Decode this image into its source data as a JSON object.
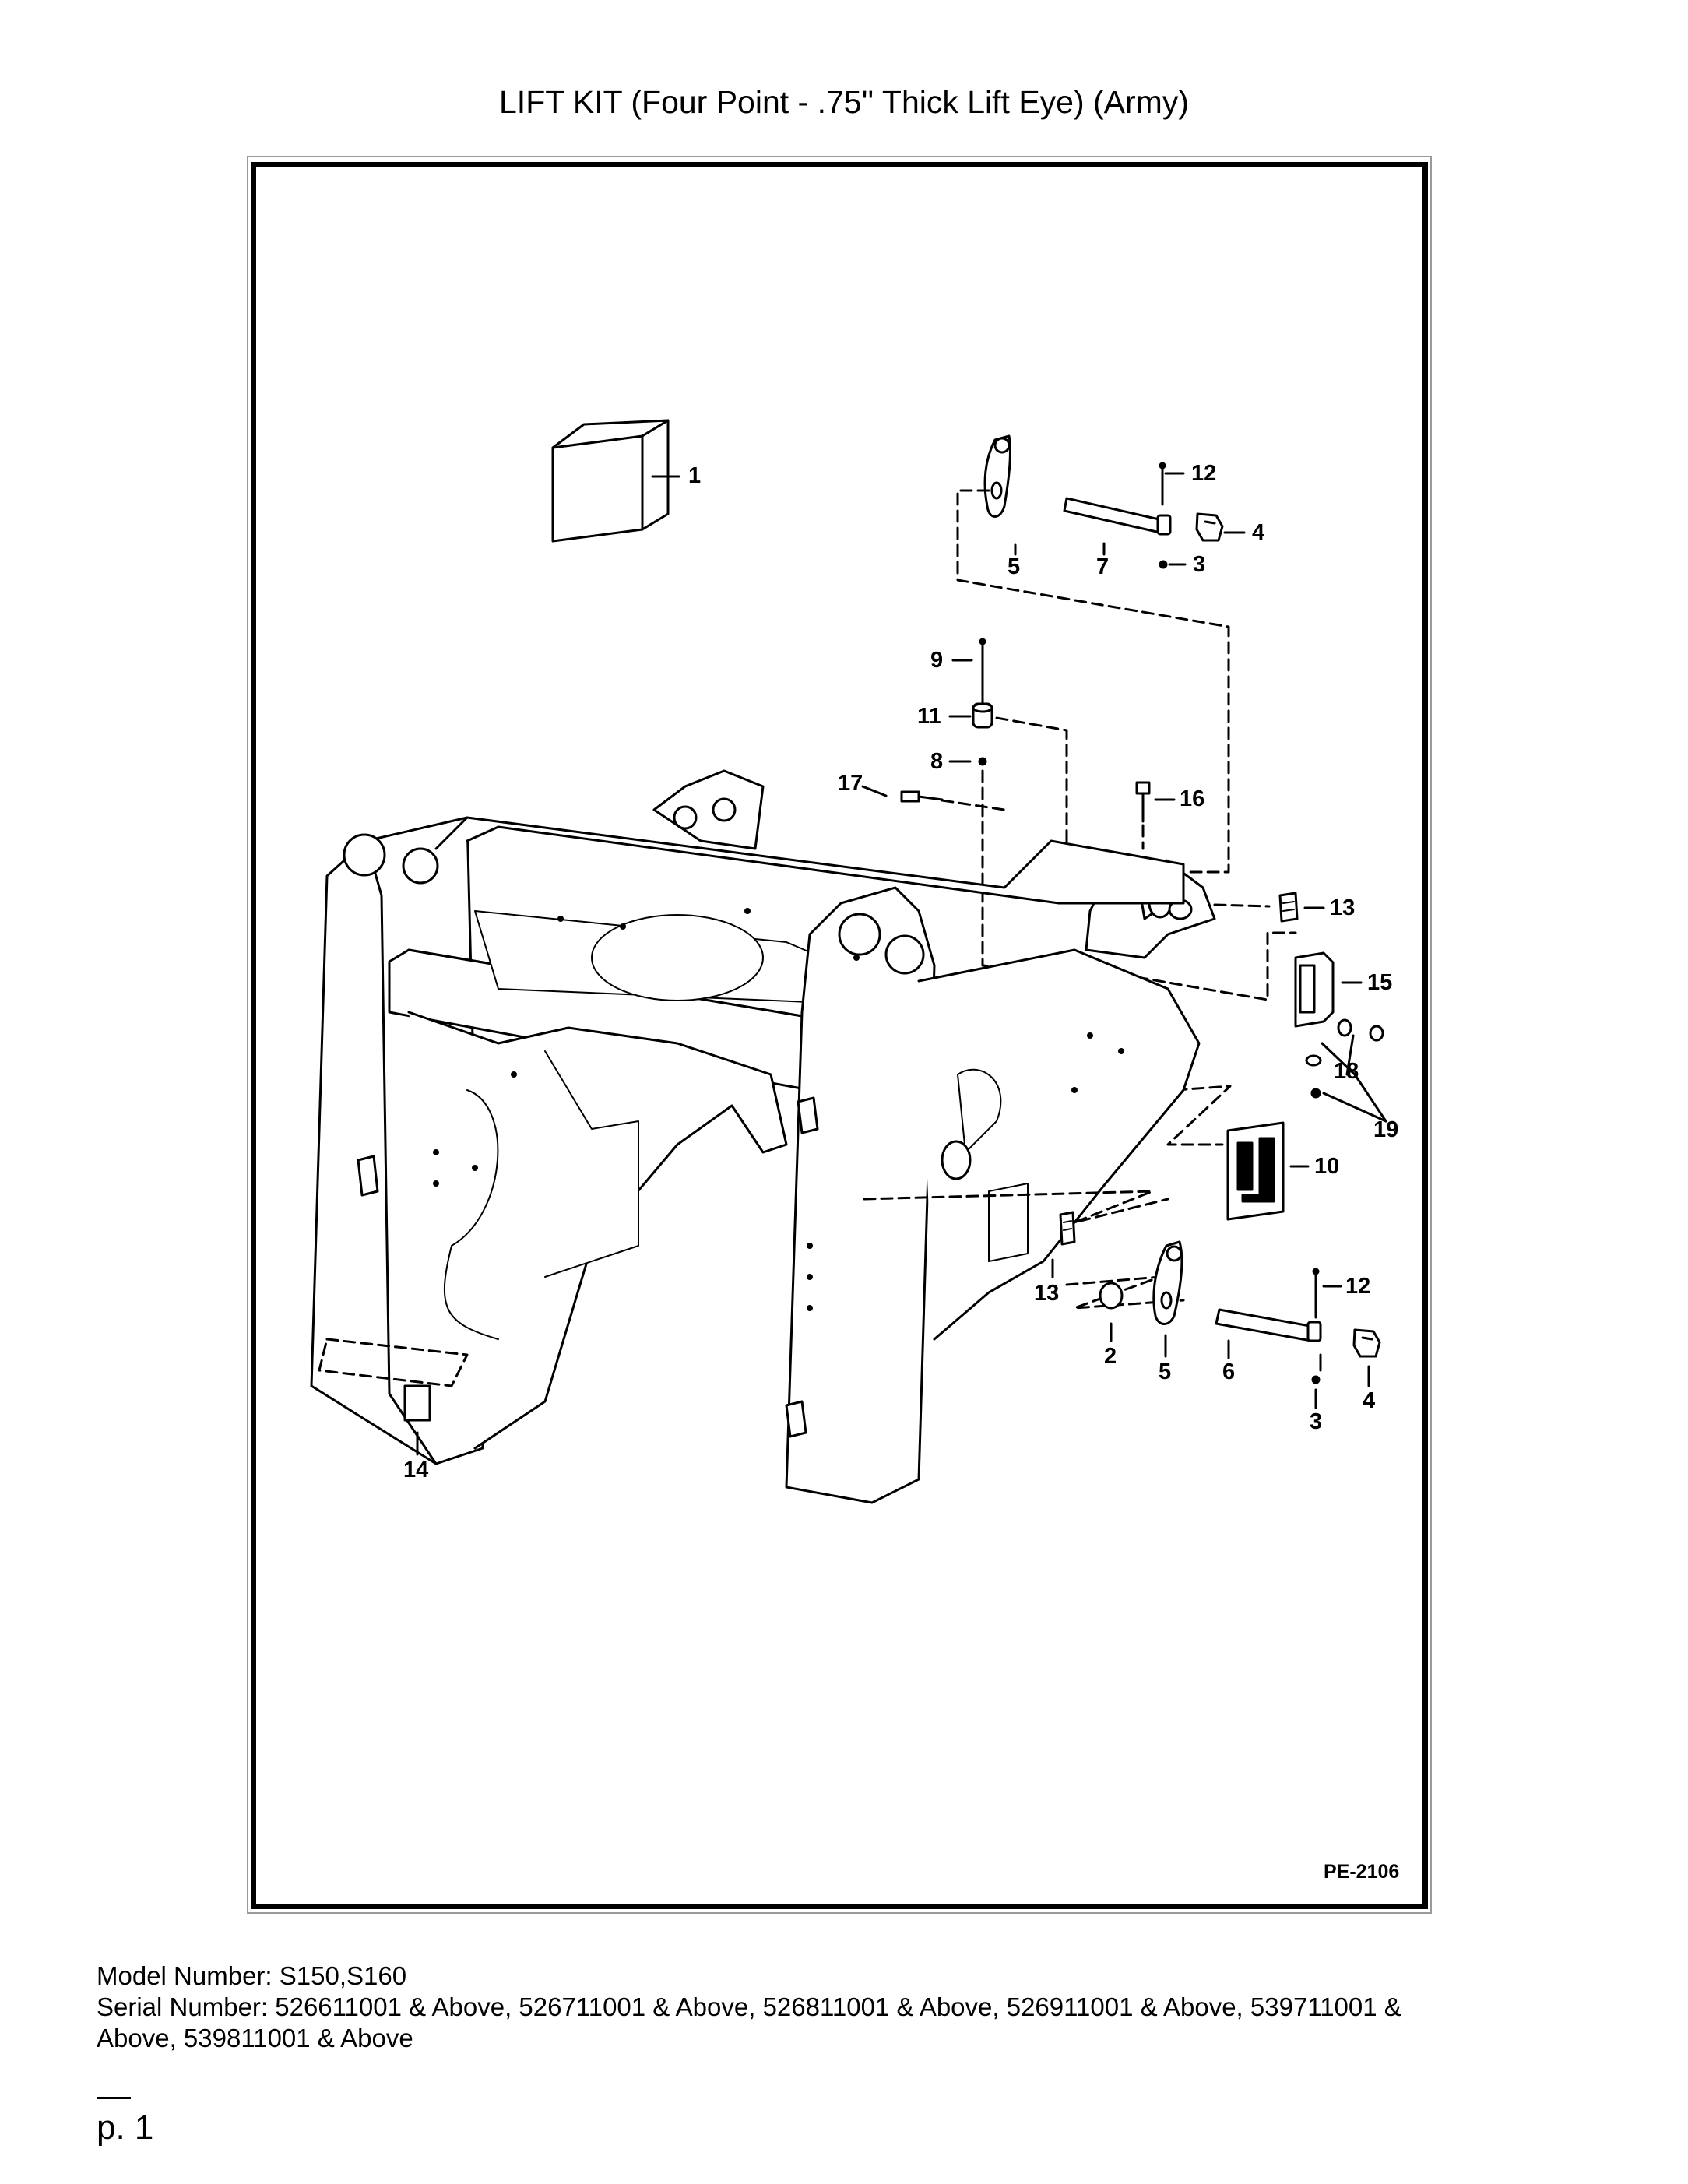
{
  "title": "LIFT KIT (Four Point - .75'' Thick Lift Eye) (Army)",
  "diagram": {
    "plate_id": "PE-2106",
    "callouts": [
      "1",
      "12",
      "4",
      "5",
      "7",
      "3",
      "9",
      "11",
      "8",
      "17",
      "16",
      "13",
      "15",
      "18",
      "19",
      "10",
      "12",
      "13",
      "2",
      "5",
      "6",
      "4",
      "3",
      "14"
    ]
  },
  "model_number": "Model Number: S150,S160",
  "serial_number_line1": "Serial Number: 526611001 & Above, 526711001 & Above, 526811001 & Above, 526911001 & Above, 539711001 &",
  "serial_number_line2": "Above, 539811001 & Above",
  "page_number": "p. 1"
}
